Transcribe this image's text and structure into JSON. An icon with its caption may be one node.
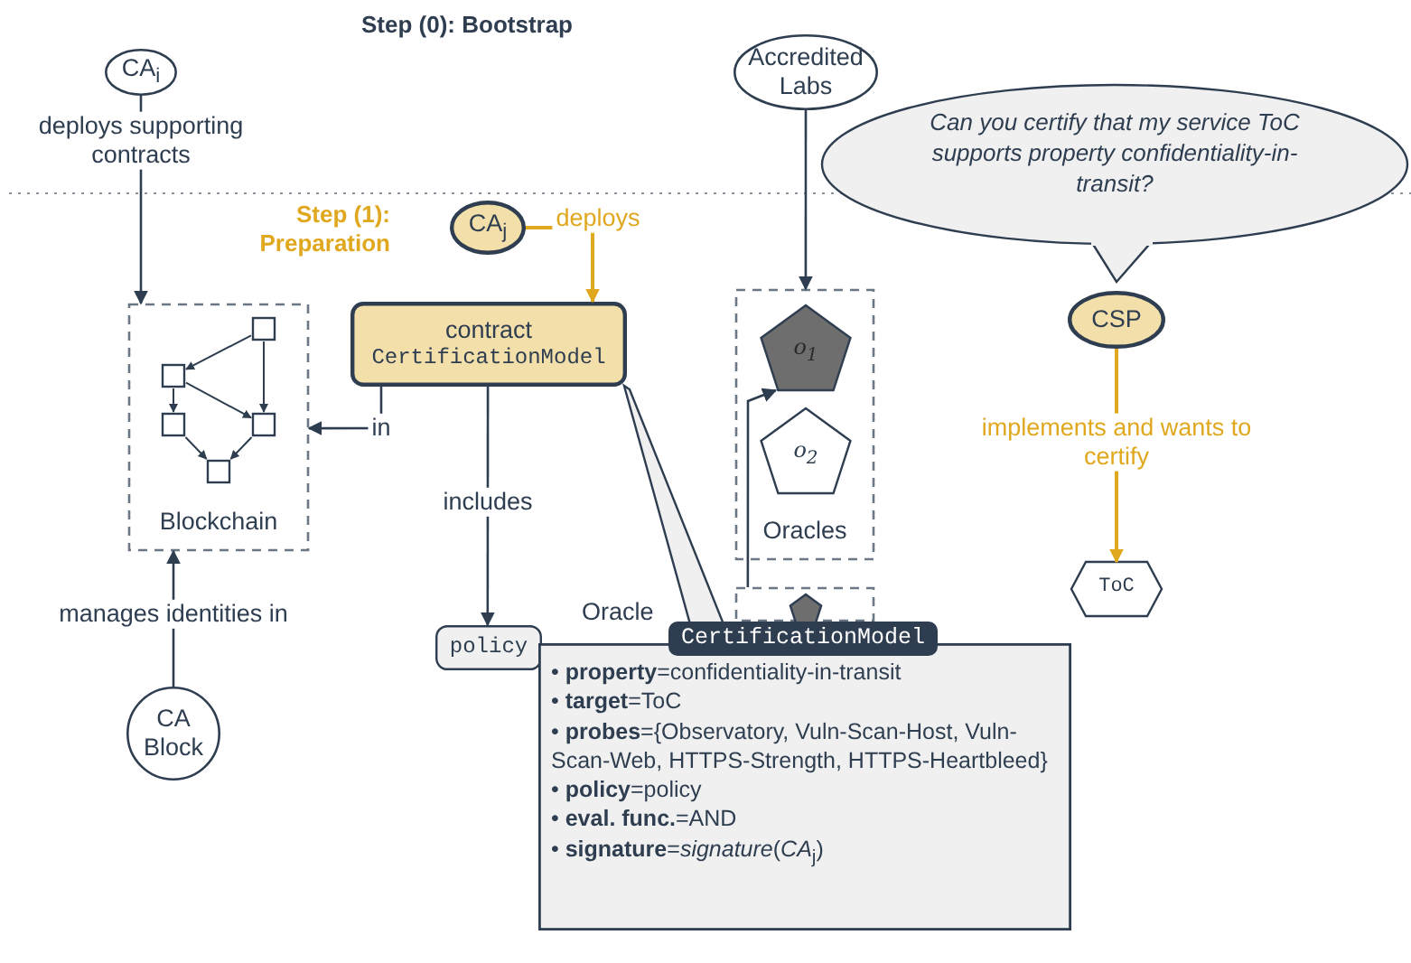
{
  "diagram": {
    "title": "Step (0): Bootstrap",
    "nodes": [
      {
        "text": [
          "CA$_{i}$"
        ]
      },
      {
        "text": [
          "Blockchain"
        ]
      },
      {
        "text": [
          "CA Block"
        ]
      },
      {
        "text": [
          "CA$_{j}$"
        ]
      },
      {
        "text": [
          "contract",
          "CertificationModel"
        ]
      },
      {
        "text": [
          "policy"
        ]
      },
      {
        "text": [
          "Accredited Labs"
        ]
      },
      {
        "text": [
          "Oracles"
        ]
      },
      {
        "text": [
          "o$_{1}$"
        ],
        "in": 7
      },
      {
        "text": [
          "o$_{2}$"
        ],
        "in": 7
      },
      {
        "text": [],
        "shape": "box"
      },
      {
        "text": [],
        "shape": "pentagon",
        "in": 10
      },
      {
        "text": [
          "Can you certify that my service ToC supports property confidentiality-in-transit?"
        ]
      },
      {
        "text": [
          "CSP"
        ]
      },
      {
        "text": [
          "ToC"
        ]
      },
      {
        "text": [
          "CertificationModel",
          "• **property**=confidentiality-in-transit",
          "• **target**=ToC",
          "• **probes**={Observatory, Vuln-Scan-Host, Vuln-Scan-Web, HTTPS-Strength, HTTPS-Heartbleed}",
          "• **policy**=policy",
          "• **eval. func.**=AND",
          "• **signature**=*signature*(*CA*$_{j}$)"
        ]
      }
    ],
    "edges": [
      {
        "from": 0,
        "to": 1,
        "arrow": "to",
        "label": "deploys supporting contracts"
      },
      {
        "from": 2,
        "to": 1,
        "arrow": "to",
        "label": "manages identities in"
      },
      {
        "from": 3,
        "to": 4,
        "arrow": "to",
        "label": "deploys",
        "color": "#e0a81e"
      },
      {
        "from": 4,
        "to": 1,
        "arrow": "to",
        "label": "in"
      },
      {
        "from": 4,
        "to": 5,
        "arrow": "to",
        "label": "includes"
      },
      {
        "from": 6,
        "to": 7,
        "arrow": "to"
      },
      {
        "from": 10,
        "to": 8,
        "arrow": "to"
      },
      {
        "from": 13,
        "to": 14,
        "arrow": "to",
        "label": "implements and wants to certify",
        "color": "#e0a81e"
      },
      {
        "from": 4,
        "to": 15,
        "arrow": "none",
        "style": "thick"
      }
    ],
    "labels": [
      "Step (1): Preparation",
      "Oracle"
    ]
  }
}
